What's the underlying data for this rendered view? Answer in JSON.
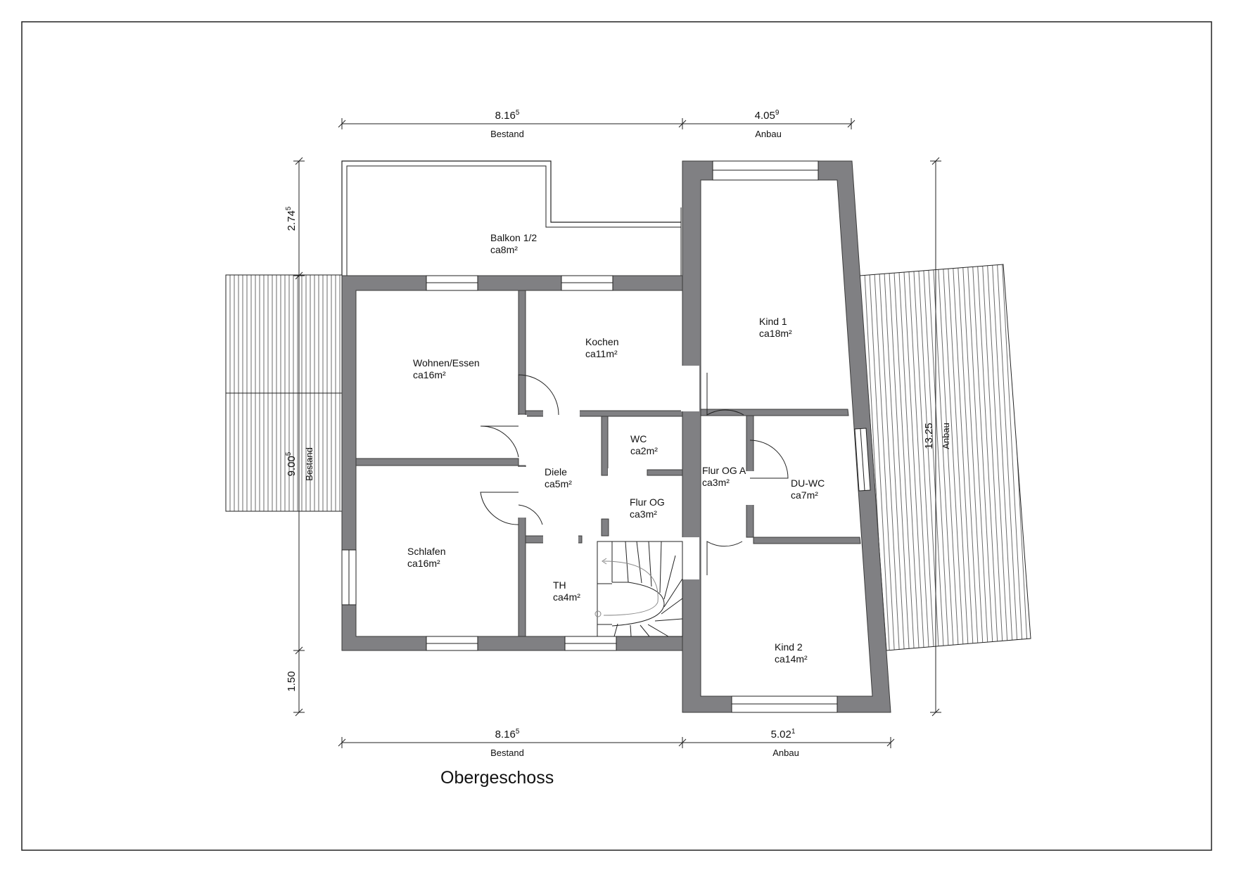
{
  "title": "Obergeschoss",
  "colors": {
    "wall": "#808083",
    "wall_stroke": "#3a3a3a",
    "line": "#222222"
  },
  "rooms": [
    {
      "id": "balkon",
      "name": "Balkon 1/2",
      "area": "ca8m²"
    },
    {
      "id": "wohnen",
      "name": "Wohnen/Essen",
      "area": "ca16m²"
    },
    {
      "id": "kochen",
      "name": "Kochen",
      "area": "ca11m²"
    },
    {
      "id": "wc",
      "name": "WC",
      "area": "ca2m²"
    },
    {
      "id": "diele",
      "name": "Diele",
      "area": "ca5m²"
    },
    {
      "id": "flur-og",
      "name": "Flur OG",
      "area": "ca3m²"
    },
    {
      "id": "flur-og-a",
      "name": "Flur OG A",
      "area": "ca3m²"
    },
    {
      "id": "du-wc",
      "name": "DU-WC",
      "area": "ca7m²"
    },
    {
      "id": "schlafen",
      "name": "Schlafen",
      "area": "ca16m²"
    },
    {
      "id": "th",
      "name": "TH",
      "area": "ca4m²"
    },
    {
      "id": "kind1",
      "name": "Kind 1",
      "area": "ca18m²"
    },
    {
      "id": "kind2",
      "name": "Kind 2",
      "area": "ca14m²"
    }
  ],
  "dimensions": {
    "top_bestand": {
      "value": "8.16",
      "sup": "5",
      "label": "Bestand"
    },
    "top_anbau": {
      "value": "4.05",
      "sup": "9",
      "label": "Anbau"
    },
    "bottom_bestand": {
      "value": "8.16",
      "sup": "5",
      "label": "Bestand"
    },
    "bottom_anbau": {
      "value": "5.02",
      "sup": "1",
      "label": "Anbau"
    },
    "left_top": {
      "value": "2.74",
      "sup": "5",
      "label": ""
    },
    "left_mid": {
      "value": "9.00",
      "sup": "5",
      "label": "Bestand"
    },
    "left_bottom": {
      "value": "1.50",
      "sup": "",
      "label": ""
    },
    "right_total": {
      "value": "13.25",
      "sup": "",
      "label": "Anbau"
    }
  }
}
